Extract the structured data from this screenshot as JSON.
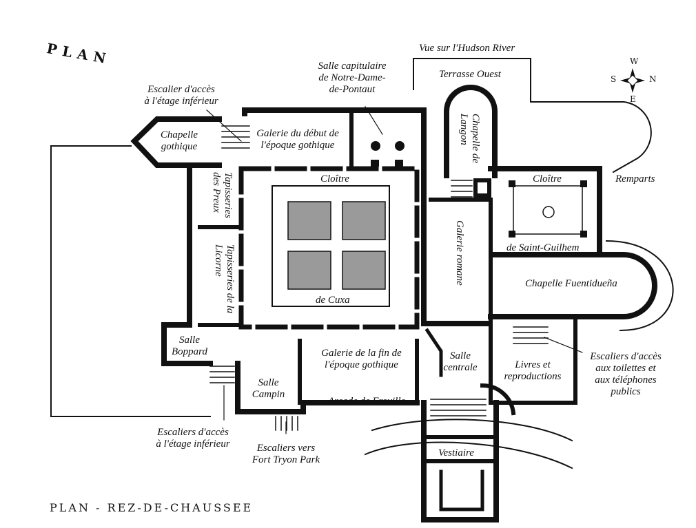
{
  "header": {
    "title": "PLAN"
  },
  "footer": {
    "title": "PLAN - REZ-DE-CHAUSSEE"
  },
  "compass": {
    "w": "W",
    "s": "S",
    "n": "N",
    "e": "E"
  },
  "labels": {
    "vue_hudson": "Vue sur l'Hudson River",
    "terrasse_ouest": "Terrasse Ouest",
    "salle_capitulaire": [
      "Salle capitulaire",
      "de Notre-Dame-",
      "de-Pontaut"
    ],
    "escalier_haut": [
      "Escalier d'accès",
      "à l'étage inférieur"
    ],
    "chapelle_gothique": [
      "Chapelle",
      "gothique"
    ],
    "galerie_debut": [
      "Galerie du début de",
      "l'époque gothique"
    ],
    "chapelle_langon": [
      "Chapelle de",
      "Langon"
    ],
    "cloitre_cuxa_top": "Cloître",
    "cloitre_cuxa_bottom": "de Cuxa",
    "tapisseries_preux": [
      "Tapisseries",
      "des Preux"
    ],
    "tapisseries_licorne": [
      "Tapisseries de la",
      "Licorne"
    ],
    "galerie_romane": "Galerie romane",
    "cloitre_sg_top": "Cloître",
    "cloitre_sg_bottom": "de Saint-Guilhem",
    "remparts": "Remparts",
    "chapelle_fuentiduena": "Chapelle Fuentidueña",
    "salle_boppard": [
      "Salle",
      "Boppard"
    ],
    "galerie_fin": [
      "Galerie de la fin de",
      "l'époque gothique"
    ],
    "salle_centrale": [
      "Salle",
      "centrale"
    ],
    "livres": [
      "Livres et",
      "reproductions"
    ],
    "escaliers_toilettes": [
      "Escaliers d'accès",
      "aux toilettes et",
      "aux téléphones",
      "publics"
    ],
    "salle_campin": [
      "Salle",
      "Campin"
    ],
    "arcade_froville": "Arcade de Froville",
    "escaliers_bas": [
      "Escaliers d'accès",
      "à l'étage inférieur"
    ],
    "escaliers_fort": [
      "Escaliers vers",
      "Fort Tryon Park"
    ],
    "vestiaire": "Vestiaire"
  }
}
